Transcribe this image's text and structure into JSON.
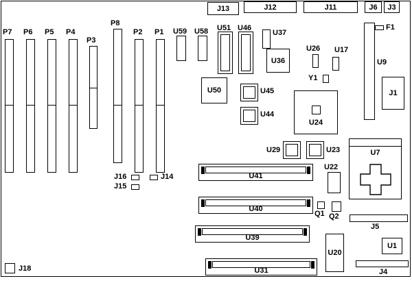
{
  "board": {
    "top_connectors": {
      "j13": "J13",
      "j12": "J12",
      "j11": "J11",
      "j6": "J6",
      "j3": "J3"
    },
    "slots": {
      "p7": "P7",
      "p6": "P6",
      "p5": "P5",
      "p4": "P4",
      "p3": "P3",
      "p8": "P8",
      "p2": "P2",
      "p1": "P1"
    },
    "memory_sockets": {
      "u41": "U41",
      "u40": "U40",
      "u39": "U39",
      "u31": "U31"
    },
    "ics": {
      "u59": "U59",
      "u58": "U58",
      "u51": "U51",
      "u46": "U46",
      "u37": "U37",
      "u36": "U36",
      "u26": "U26",
      "u17": "U17",
      "u9": "U9",
      "u50": "U50",
      "u45": "U45",
      "u44": "U44",
      "u24": "U24",
      "u29": "U29",
      "u23": "U23",
      "u22": "U22",
      "u20": "U20",
      "u7": "U7",
      "u1": "U1"
    },
    "connectors": {
      "j1": "J1",
      "j4": "J4",
      "j5": "J5",
      "j14": "J14",
      "j15": "J15",
      "j16": "J16",
      "j18": "J18"
    },
    "misc": {
      "f1": "F1",
      "y1": "Y1",
      "q1": "Q1",
      "q2": "Q2"
    }
  }
}
